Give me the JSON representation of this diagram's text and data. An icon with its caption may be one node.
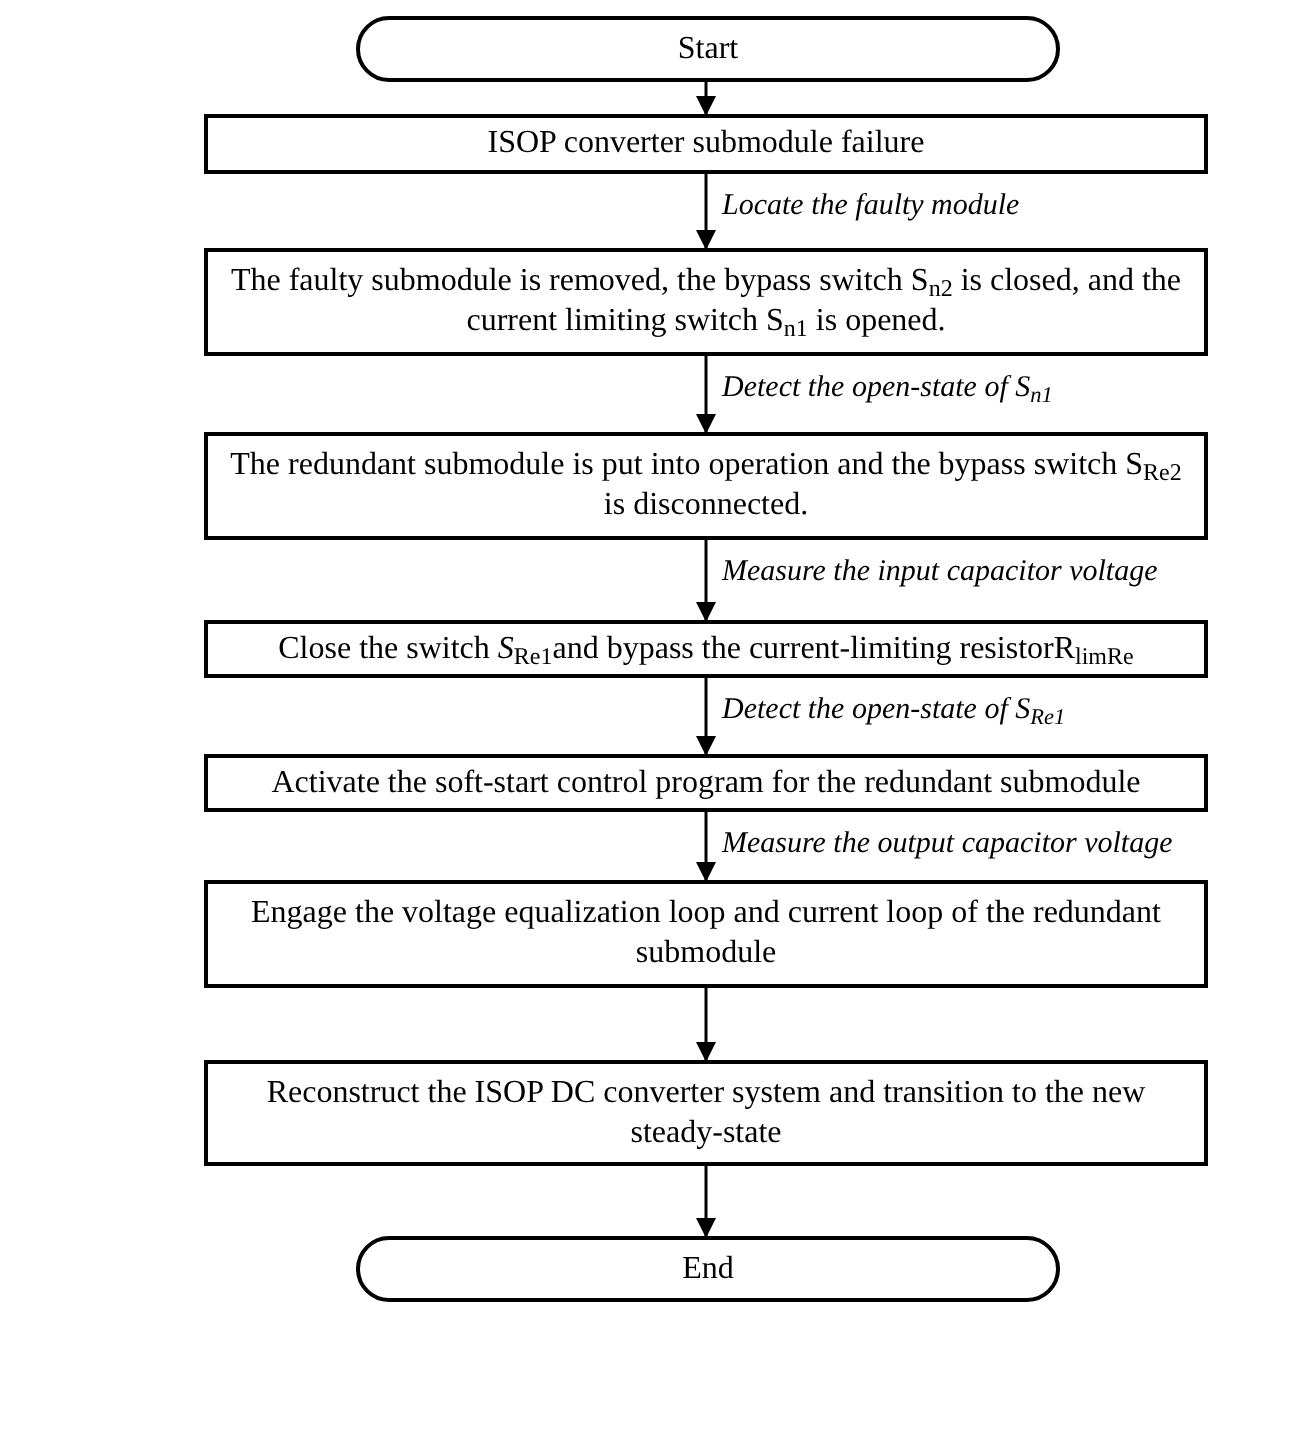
{
  "diagram": {
    "nodes": [
      {
        "text": [
          "Start"
        ]
      },
      {
        "text": [
          "ISOP converter submodule failure"
        ]
      },
      {
        "text": [
          "The faulty submodule is removed, the bypass switch S$_{n2}$ is closed, and the current limiting switch S$_{n1}$ is opened."
        ]
      },
      {
        "text": [
          "The redundant submodule is put into operation and the bypass switch S$_{Re2}$ is disconnected."
        ]
      },
      {
        "text": [
          "Close the switch *S*$_{Re1}$and bypass the current-limiting resistorR$_{limRe}$"
        ]
      },
      {
        "text": [
          "Activate the soft-start control program for the redundant submodule"
        ]
      },
      {
        "text": [
          "Engage the voltage equalization loop and current loop of the redundant submodule"
        ]
      },
      {
        "text": [
          "Reconstruct the ISOP DC converter system and transition to the new steady-state"
        ]
      },
      {
        "text": [
          "End"
        ]
      }
    ],
    "edges": [
      {
        "from": 0,
        "to": 1,
        "arrow": "to"
      },
      {
        "from": 1,
        "to": 2,
        "arrow": "to",
        "label": "Locate the faulty module"
      },
      {
        "from": 2,
        "to": 3,
        "arrow": "to",
        "label": "Detect the open-state of S$_{n1}$"
      },
      {
        "from": 3,
        "to": 4,
        "arrow": "to",
        "label": "Measure the input capacitor voltage"
      },
      {
        "from": 4,
        "to": 5,
        "arrow": "to",
        "label": "Detect the open-state of S$_{Re1}$"
      },
      {
        "from": 5,
        "to": 6,
        "arrow": "to",
        "label": "Measure the output capacitor voltage"
      },
      {
        "from": 6,
        "to": 7,
        "arrow": "to"
      },
      {
        "from": 7,
        "to": 8,
        "arrow": "to"
      }
    ]
  }
}
